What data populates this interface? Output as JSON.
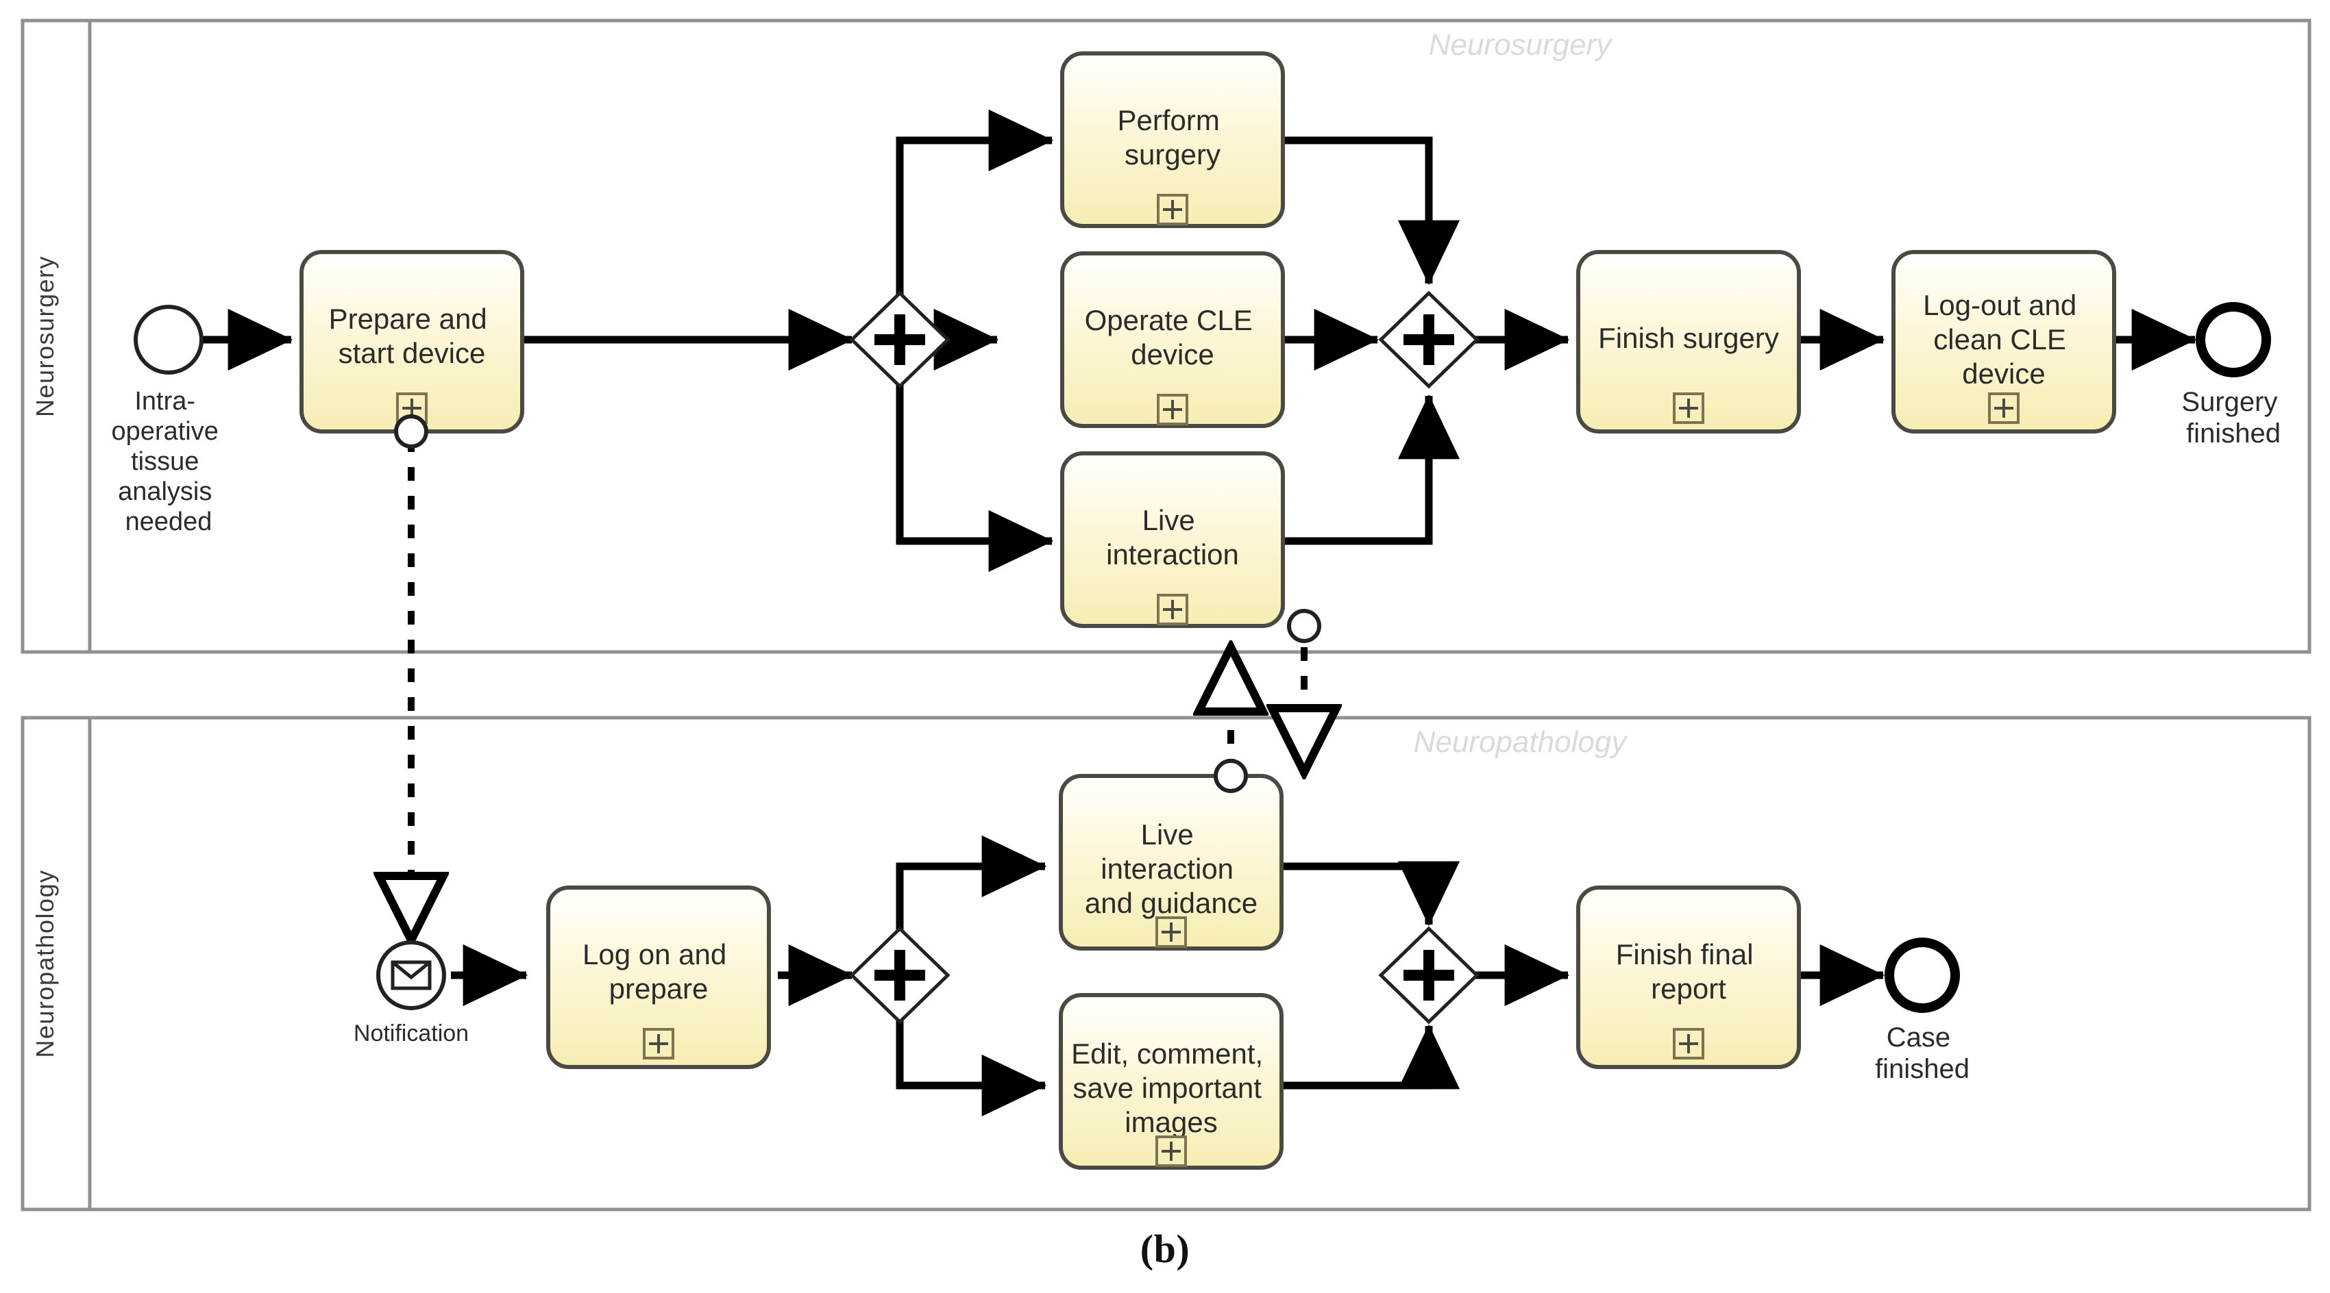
{
  "figure": {
    "caption": "(b)",
    "type": "bpmn-collaboration-diagram"
  },
  "colors": {
    "task_fill_top": "#ffffff",
    "task_fill_bottom": "#f7efb8",
    "task_stroke": "#4a4a42",
    "pool_stroke": "#808080",
    "flow_stroke": "#000000",
    "message_flow_stroke": "#000000",
    "watermark_text": "#d8d8d8",
    "label_text": "#2b2b2b"
  },
  "pools": [
    {
      "id": "pool-neurosurgery",
      "lane_label": "Neurosurgery",
      "watermark_label": "Neurosurgery"
    },
    {
      "id": "pool-neuropathology",
      "lane_label": "Neuropathology",
      "watermark_label": "Neuropathology"
    }
  ],
  "neurosurgery": {
    "start_event": {
      "icon": "start-event-circle",
      "label": "Intra-operative tissue analysis needed",
      "label_lines": [
        "Intra-",
        "operative",
        "tissue",
        "analysis",
        "needed"
      ]
    },
    "tasks": [
      {
        "id": "prepare-and-start-device",
        "label_lines": [
          "Prepare and",
          "start device"
        ],
        "marker": "sub-process-plus",
        "boundary_event": "message-throw-boundary-circle"
      },
      {
        "id": "perform-surgery",
        "label_lines": [
          "Perform",
          "surgery"
        ],
        "marker": "sub-process-plus"
      },
      {
        "id": "operate-cle-device",
        "label_lines": [
          "Operate CLE",
          "device"
        ],
        "marker": "sub-process-plus"
      },
      {
        "id": "live-interaction",
        "label_lines": [
          "Live",
          "interaction"
        ],
        "marker": "sub-process-plus",
        "boundary_event": "message-throw-boundary-circle"
      },
      {
        "id": "finish-surgery",
        "label_lines": [
          "Finish surgery"
        ],
        "marker": "sub-process-plus"
      },
      {
        "id": "log-out-and-clean-cle-device",
        "label_lines": [
          "Log-out and",
          "clean CLE",
          "device"
        ],
        "marker": "sub-process-plus"
      }
    ],
    "gateways": [
      {
        "id": "ns-split",
        "type": "parallel",
        "symbol": "+"
      },
      {
        "id": "ns-join",
        "type": "parallel",
        "symbol": "+"
      }
    ],
    "end_event": {
      "icon": "end-event-circle",
      "label_lines": [
        "Surgery",
        "finished"
      ]
    }
  },
  "neuropathology": {
    "start_event": {
      "icon": "message-start-event-envelope",
      "label": "Notification",
      "label_lines": [
        "Notification"
      ]
    },
    "tasks": [
      {
        "id": "log-on-and-prepare",
        "label_lines": [
          "Log on and",
          "prepare"
        ],
        "marker": "sub-process-plus"
      },
      {
        "id": "live-interaction-and-guidance",
        "label_lines": [
          "Live",
          "interaction",
          "and guidance"
        ],
        "marker": "sub-process-plus",
        "boundary_event": "message-throw-boundary-circle"
      },
      {
        "id": "edit-comment-save-important-images",
        "label_lines": [
          "Edit, comment,",
          "save important",
          "images"
        ],
        "marker": "sub-process-plus"
      },
      {
        "id": "finish-final-report",
        "label_lines": [
          "Finish final",
          "report"
        ],
        "marker": "sub-process-plus"
      }
    ],
    "gateways": [
      {
        "id": "np-split",
        "type": "parallel",
        "symbol": "+"
      },
      {
        "id": "np-join",
        "type": "parallel",
        "symbol": "+"
      }
    ],
    "end_event": {
      "icon": "end-event-circle",
      "label_lines": [
        "Case",
        "finished"
      ]
    }
  },
  "message_flows": [
    {
      "from": "prepare-and-start-device",
      "to": "notification-start-event"
    },
    {
      "from": "live-interaction-and-guidance",
      "to": "live-interaction"
    },
    {
      "from": "live-interaction",
      "to": "live-interaction-and-guidance"
    }
  ]
}
